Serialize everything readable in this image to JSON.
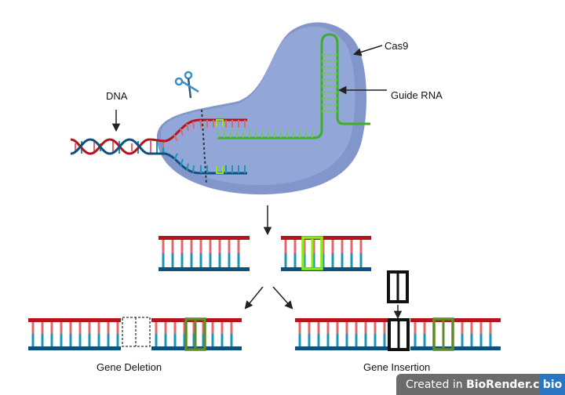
{
  "labels": {
    "dna": "DNA",
    "cas9": "Cas9",
    "guide_rna": "Guide RNA",
    "gene_deletion": "Gene Deletion",
    "gene_insertion": "Gene Insertion"
  },
  "badge": {
    "prefix": "Created in ",
    "brand": "BioRender.com",
    "logo": "bio"
  },
  "colors": {
    "cas9_body": "#8fa3d6",
    "cas9_shade": "#7f94c9",
    "strand_red": "#b5141c",
    "strand_red_light": "#e0676c",
    "strand_blue": "#0d527f",
    "strand_blue_light": "#1d95b8",
    "guide_green": "#3fae2a",
    "target_lime": "#8aeb12",
    "edit_olive": "#5e8a2a",
    "insert_black": "#111111"
  }
}
